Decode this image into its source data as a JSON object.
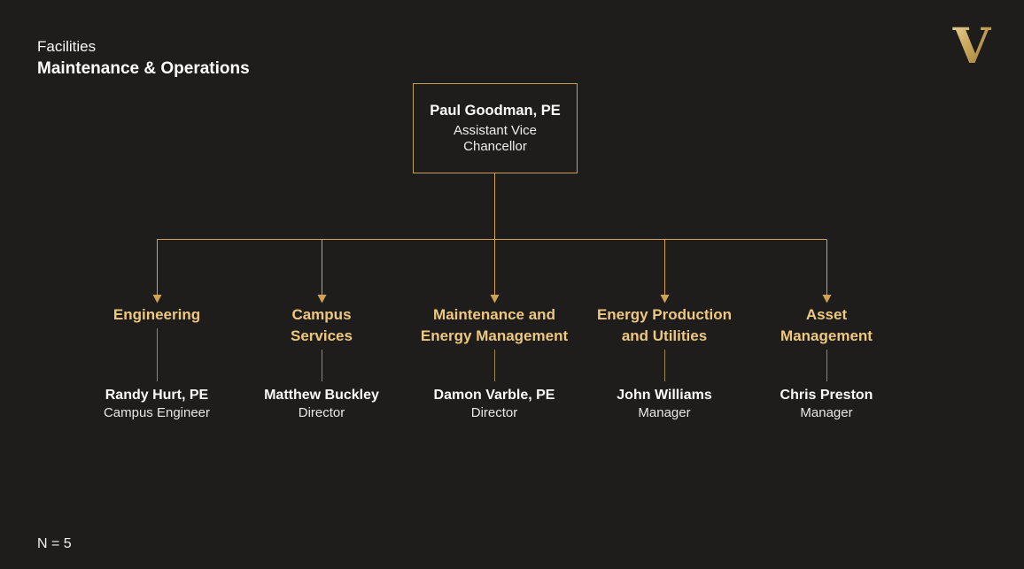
{
  "slide": {
    "title_line1": "Facilities",
    "title_line2": "Maintenance & Operations",
    "footnote": "N = 5",
    "logo_letter": "V"
  },
  "colors": {
    "background": "#1e1d1b",
    "connector_line": "#d2a252",
    "column_line": "#9b874d",
    "department_gold": "#eec87f",
    "box_border": "#c2a055",
    "text_white": "#f5f4f2",
    "logo_gold_light": "#ead7a0",
    "logo_gold_mid": "#c9a75c",
    "logo_gold_dark": "#8a6d2c"
  },
  "org_chart": {
    "root": {
      "name": "Paul Goodman, PE",
      "title": "Assistant Vice\nChancellor"
    },
    "departments": [
      {
        "label": "Engineering",
        "person": "Randy Hurt, PE",
        "role": "Campus Engineer"
      },
      {
        "label": "Campus\nServices",
        "person": "Matthew Buckley",
        "role": "Director"
      },
      {
        "label": "Maintenance and\nEnergy Management",
        "person": "Damon Varble, PE",
        "role": "Director"
      },
      {
        "label": "Energy Production\nand Utilities",
        "person": "John Williams",
        "role": "Manager"
      },
      {
        "label": "Asset\nManagement",
        "person": "Chris Preston",
        "role": "Manager"
      }
    ]
  }
}
